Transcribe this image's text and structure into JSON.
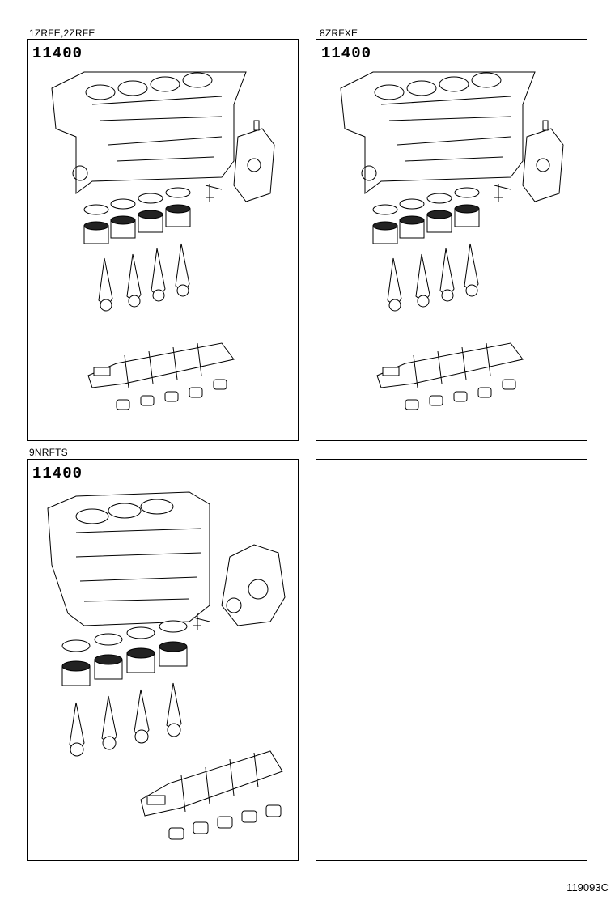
{
  "panels": [
    {
      "label": "1ZRFE,2ZRFE",
      "part_no": "11400"
    },
    {
      "label": "8ZRFXE",
      "part_no": "11400"
    },
    {
      "label": "9NRFTS",
      "part_no": "11400"
    },
    {
      "label": "",
      "part_no": ""
    }
  ],
  "footer_code": "119093C"
}
